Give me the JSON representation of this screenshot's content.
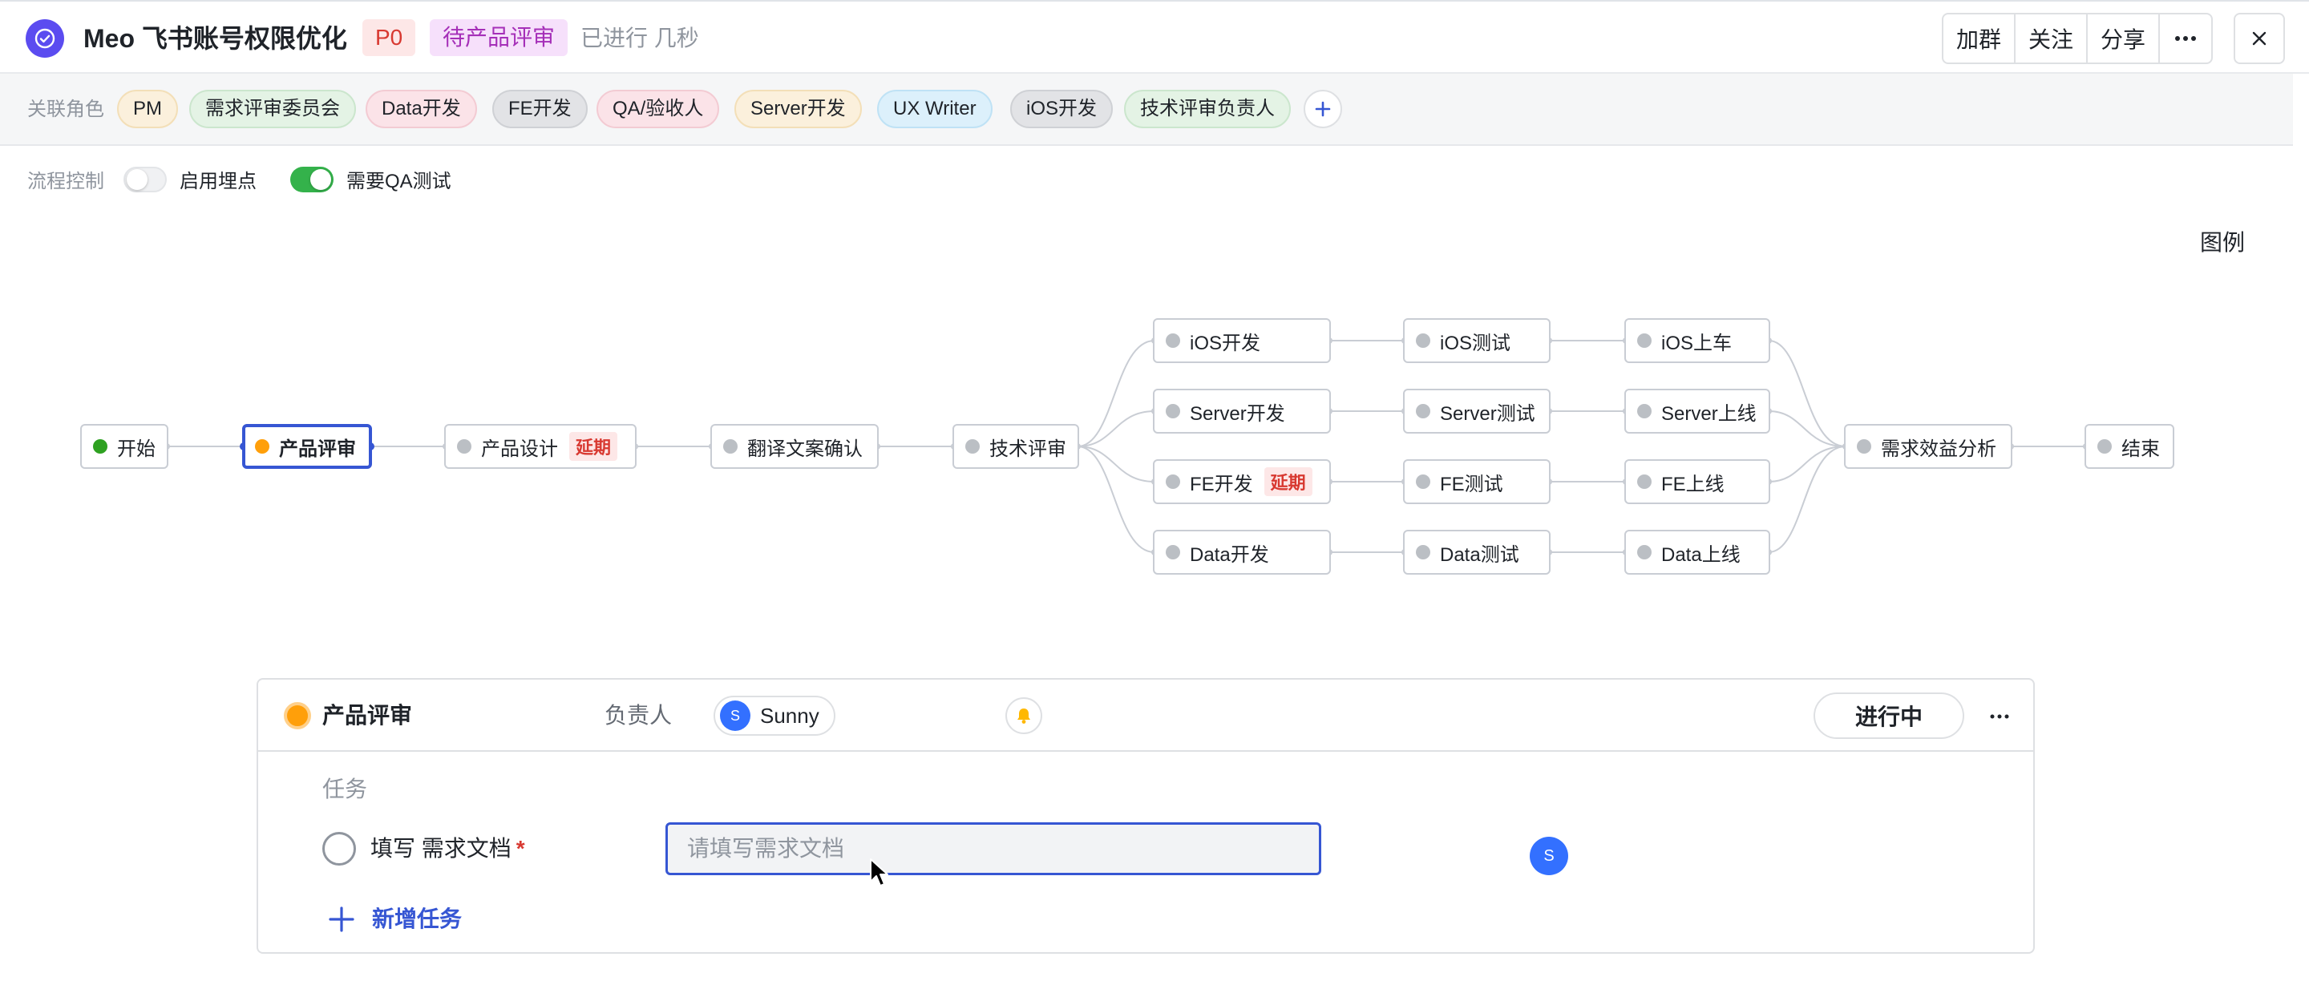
{
  "header": {
    "title": "Meo 飞书账号权限优化",
    "priority": "P0",
    "status": "待产品评审",
    "elapsed": "已进行 几秒",
    "buttons": [
      "加群",
      "关注",
      "分享"
    ],
    "icons": {
      "app": "check-circle-icon",
      "more": "more-icon",
      "close": "close-icon"
    }
  },
  "roles": {
    "label": "关联角色",
    "items": [
      {
        "label": "PM",
        "bg": "#fbf0dc",
        "border": "#f3dfb8"
      },
      {
        "label": "需求评审委员会",
        "bg": "#e4f3e5",
        "border": "#cbe6cd"
      },
      {
        "label": "Data开发",
        "bg": "#fbe3e8",
        "border": "#f3cbd3"
      },
      {
        "label": "FE开发",
        "bg": "#e2e3e6",
        "border": "#cfd1d5"
      },
      {
        "label": "QA/验收人",
        "bg": "#fbe3e8",
        "border": "#f3cbd3"
      },
      {
        "label": "Server开发",
        "bg": "#fbf0dc",
        "border": "#f3dfb8"
      },
      {
        "label": "UX Writer",
        "bg": "#dcf0fb",
        "border": "#bfe2f5"
      },
      {
        "label": "iOS开发",
        "bg": "#e2e3e6",
        "border": "#cfd1d5"
      },
      {
        "label": "技术评审负责人",
        "bg": "#e4f3e5",
        "border": "#cbe6cd"
      }
    ],
    "add_icon": "plus-icon"
  },
  "flow_control": {
    "label": "流程控制",
    "toggles": [
      {
        "label": "启用埋点",
        "on": false
      },
      {
        "label": "需要QA测试",
        "on": true
      }
    ]
  },
  "legend": "图例",
  "flow": {
    "delay_label": "延期",
    "nodes": {
      "start": "开始",
      "product_review": "产品评审",
      "product_design": "产品设计",
      "translate": "翻译文案确认",
      "tech_review": "技术评审",
      "ios_dev": "iOS开发",
      "server_dev": "Server开发",
      "fe_dev": "FE开发",
      "data_dev": "Data开发",
      "ios_test": "iOS测试",
      "server_test": "Server测试",
      "fe_test": "FE测试",
      "data_test": "Data测试",
      "ios_release": "iOS上车",
      "server_release": "Server上线",
      "fe_release": "FE上线",
      "data_release": "Data上线",
      "benefit": "需求效益分析",
      "end": "结束"
    }
  },
  "panel": {
    "stage": "产品评审",
    "owner_label": "负责人",
    "owner_name": "Sunny",
    "owner_initial": "S",
    "bell_icon": "bell-icon",
    "status": "进行中",
    "tasks_label": "任务",
    "task": {
      "title": "填写 需求文档",
      "required_mark": "*",
      "input_placeholder": "请填写需求文档",
      "input_value": ""
    },
    "add_task": "新增任务"
  }
}
